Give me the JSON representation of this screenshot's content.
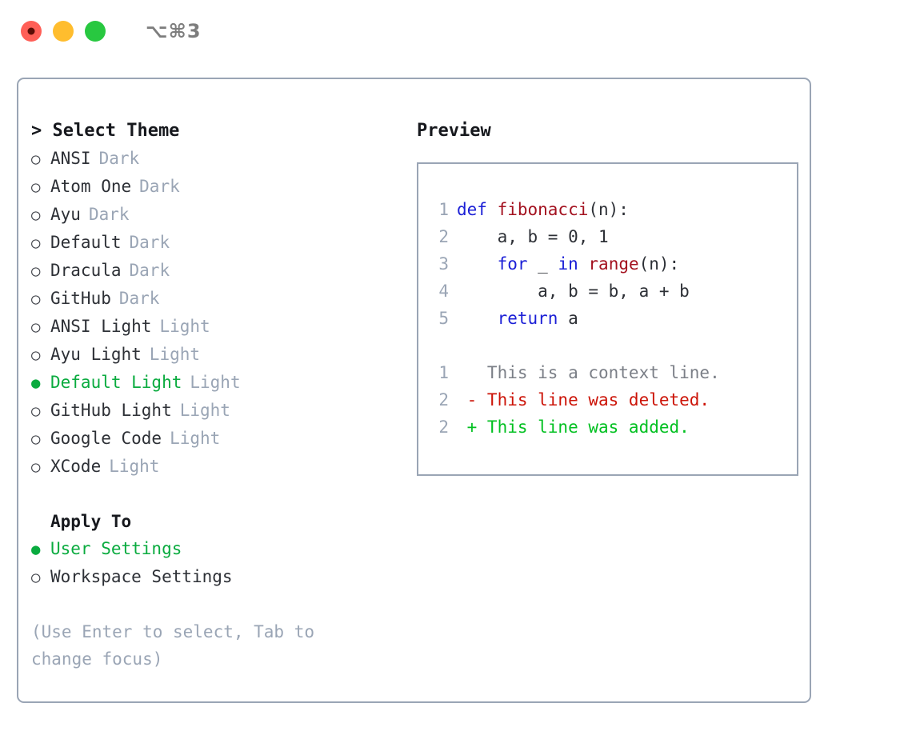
{
  "titlebar": {
    "shortcut": "⌥⌘3",
    "buttons": [
      {
        "name": "close",
        "label": "close"
      },
      {
        "name": "minimize",
        "label": "minimize"
      },
      {
        "name": "maximize",
        "label": "maximize"
      }
    ]
  },
  "theme_panel": {
    "header": "> Select Theme",
    "selected_bullet": "●",
    "unselected_bullet": "○",
    "items": [
      {
        "name": "ANSI",
        "badge": "Dark",
        "selected": false
      },
      {
        "name": "Atom One",
        "badge": "Dark",
        "selected": false
      },
      {
        "name": "Ayu",
        "badge": "Dark",
        "selected": false
      },
      {
        "name": "Default",
        "badge": "Dark",
        "selected": false
      },
      {
        "name": "Dracula",
        "badge": "Dark",
        "selected": false
      },
      {
        "name": "GitHub",
        "badge": "Dark",
        "selected": false
      },
      {
        "name": "ANSI Light",
        "badge": "Light",
        "selected": false
      },
      {
        "name": "Ayu Light",
        "badge": "Light",
        "selected": false
      },
      {
        "name": "Default Light",
        "badge": "Light",
        "selected": true
      },
      {
        "name": "GitHub Light",
        "badge": "Light",
        "selected": false
      },
      {
        "name": "Google Code",
        "badge": "Light",
        "selected": false
      },
      {
        "name": "XCode",
        "badge": "Light",
        "selected": false
      }
    ]
  },
  "apply_to": {
    "label": "Apply To",
    "options": [
      {
        "name": "User Settings",
        "selected": true
      },
      {
        "name": "Workspace Settings",
        "selected": false
      }
    ]
  },
  "hint": "(Use Enter to select, Tab to change focus)",
  "preview": {
    "title": "Preview",
    "code_lines": [
      {
        "number": "1",
        "tokens": [
          {
            "t": "def ",
            "k": "kw"
          },
          {
            "t": "fibonacci",
            "k": "fn"
          },
          {
            "t": "(n):",
            "k": "pl"
          }
        ]
      },
      {
        "number": "2",
        "tokens": [
          {
            "t": "    a, b = 0, 1",
            "k": "pl"
          }
        ]
      },
      {
        "number": "3",
        "tokens": [
          {
            "t": "    ",
            "k": "pl"
          },
          {
            "t": "for",
            "k": "kw"
          },
          {
            "t": " _ ",
            "k": "pl"
          },
          {
            "t": "in",
            "k": "kw"
          },
          {
            "t": " ",
            "k": "pl"
          },
          {
            "t": "range",
            "k": "fn"
          },
          {
            "t": "(n):",
            "k": "pl"
          }
        ]
      },
      {
        "number": "4",
        "tokens": [
          {
            "t": "        a, b = b, a + b",
            "k": "pl"
          }
        ]
      },
      {
        "number": "5",
        "tokens": [
          {
            "t": "    ",
            "k": "pl"
          },
          {
            "t": "return",
            "k": "kw"
          },
          {
            "t": " a",
            "k": "pl"
          }
        ]
      }
    ],
    "diff_lines": [
      {
        "number": "1",
        "marker": " ",
        "text": " This is a context line.",
        "kind": "ctx"
      },
      {
        "number": "2",
        "marker": "-",
        "text": " This line was deleted.",
        "kind": "del"
      },
      {
        "number": "2",
        "marker": "+",
        "text": " This line was added.",
        "kind": "add"
      }
    ]
  },
  "colors": {
    "accent_green": "#0aab3f",
    "border": "#9aa5b5",
    "muted": "#9aa5b5",
    "keyword_blue": "#1b1fd6",
    "function_red": "#a3111f",
    "diff_deleted": "#cc1408",
    "diff_added": "#00c020",
    "diff_context": "#7b7f87",
    "light_close": "#ff5f57",
    "light_minimize": "#ffbd2e",
    "light_maximize": "#28c840"
  }
}
